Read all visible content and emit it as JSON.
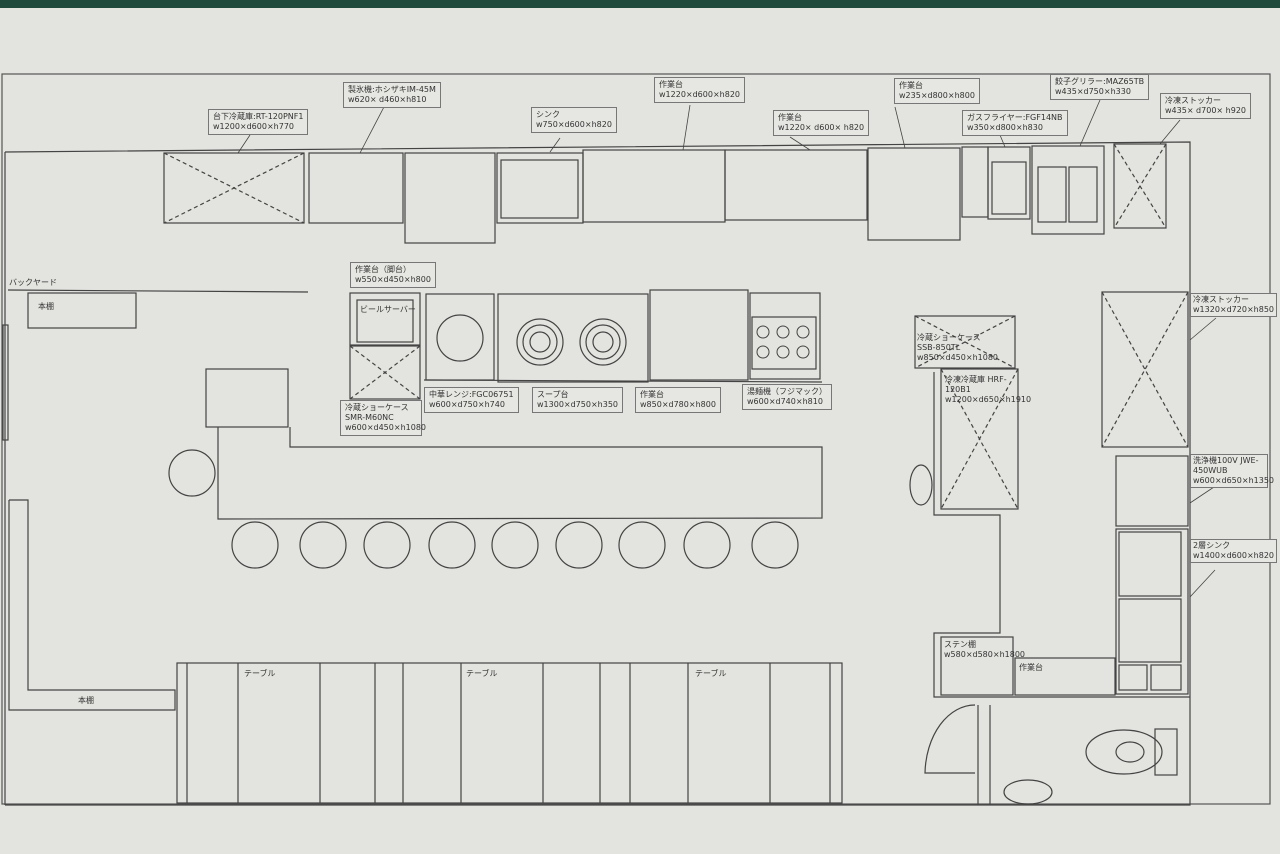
{
  "areas": {
    "backyard": "バックヤード",
    "bookshelf_top": "本棚",
    "bookshelf_bottom": "本棚",
    "beer_server": "ビールサーバー",
    "worktable_small": "作業台"
  },
  "tables": [
    "テーブル",
    "テーブル",
    "テーブル"
  ],
  "equipment": [
    {
      "name": "台下冷蔵庫:RT-120PNF1",
      "dims": "w1200×d600×h770"
    },
    {
      "name": "製氷機:ホシザキIM-45M",
      "dims": "w620× d460×h810"
    },
    {
      "name": "シンク",
      "dims": "w750×d600×h820"
    },
    {
      "name": "作業台",
      "dims": "w1220×d600×h820"
    },
    {
      "name": "作業台",
      "dims": "w1220× d600× h820"
    },
    {
      "name": "作業台",
      "dims": "w235×d800×h800"
    },
    {
      "name": "ガスフライヤー:FGF14NB",
      "dims": "w350×d800×h830"
    },
    {
      "name": "餃子グリラー:MAZ65TB",
      "dims": "w435×d750×h330"
    },
    {
      "name": "冷凍ストッカー",
      "dims": "w435× d700× h920"
    },
    {
      "name": "作業台（脚台）",
      "dims": "w550×d450×h800"
    },
    {
      "name": "冷蔵ショーケース SMR-M60NC",
      "dims": "w600×d450×h1080"
    },
    {
      "name": "中華レンジ:FGC06751",
      "dims": "w600×d750×h740"
    },
    {
      "name": "スープ台",
      "dims": "w1300×d750×h350"
    },
    {
      "name": "作業台",
      "dims": "w850×d780×h800"
    },
    {
      "name": "湯麺機（フジマック）",
      "dims": "w600×d740×h810"
    },
    {
      "name": "冷蔵ショーケース SSB-850TL",
      "dims": "w850×d450×h1080"
    },
    {
      "name": "冷凍冷蔵庫 HRF-120B1",
      "dims": "w1200×d650×h1910"
    },
    {
      "name": "冷凍ストッカー",
      "dims": "w1320×d720×h850"
    },
    {
      "name": "洗浄機100V JWE-450WUB",
      "dims": "w600×d650×h1350"
    },
    {
      "name": "2層シンク",
      "dims": "w1400×d600×h820"
    },
    {
      "name": "ステン棚",
      "dims": "w580×d580×h1800"
    }
  ]
}
